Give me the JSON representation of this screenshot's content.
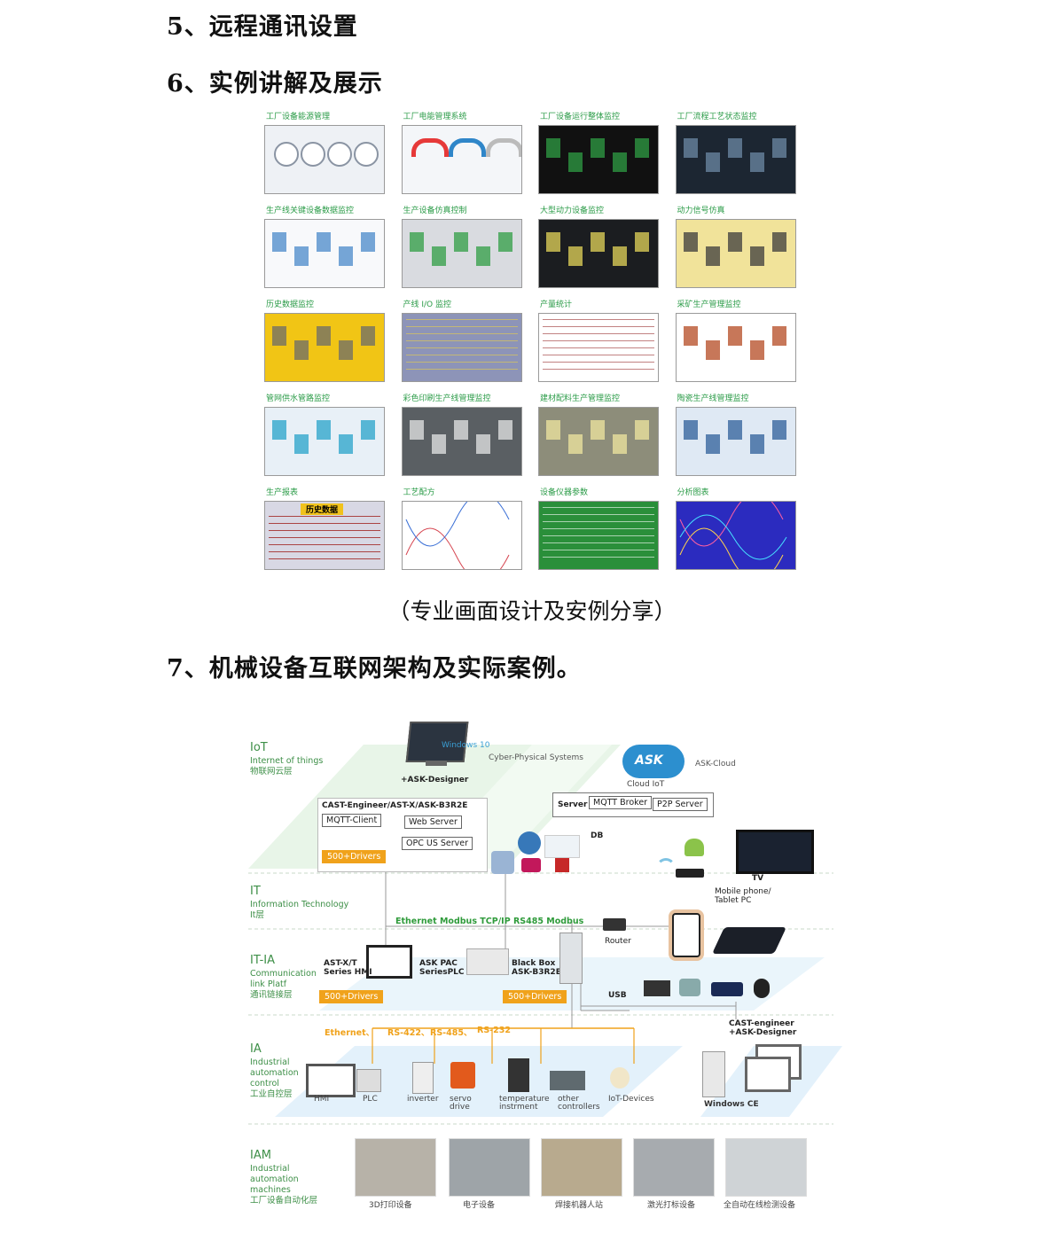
{
  "headings": {
    "h5": "5、远程通讯设置",
    "h6": "6、实例讲解及展示",
    "h7": "7、机械设备互联网架构及实际案例。"
  },
  "caption": "（专业画面设计及安例分享）",
  "thumbnails": [
    {
      "label": "工厂设备能源管理",
      "style": "gauges"
    },
    {
      "label": "工厂电能管理系统",
      "style": "meters"
    },
    {
      "label": "工厂设备运行整体监控",
      "style": "dark"
    },
    {
      "label": "工厂流程工艺状态监控",
      "style": "darkblue"
    },
    {
      "label": "生产线关键设备数据监控",
      "style": "line"
    },
    {
      "label": "生产设备仿真控制",
      "style": "sim"
    },
    {
      "label": "大型动力设备监控",
      "style": "darkyellow"
    },
    {
      "label": "动力信号仿真",
      "style": "yellowgray"
    },
    {
      "label": "历史数据监控",
      "style": "yellow"
    },
    {
      "label": "产线 I/O 监控",
      "style": "io"
    },
    {
      "label": "产量统计",
      "style": "table"
    },
    {
      "label": "采矿生产管理监控",
      "style": "mine"
    },
    {
      "label": "管网供水管路监控",
      "style": "pipe"
    },
    {
      "label": "彩色印刷生产线管理监控",
      "style": "print"
    },
    {
      "label": "建材配料生产管理监控",
      "style": "material"
    },
    {
      "label": "陶瓷生产线管理监控",
      "style": "ceramic"
    },
    {
      "label": "生产报表",
      "style": "report"
    },
    {
      "label": "工艺配方",
      "style": "recipe"
    },
    {
      "label": "设备仪器参数",
      "style": "params"
    },
    {
      "label": "分析图表",
      "style": "analysis"
    }
  ],
  "thumbnail_texts": {
    "report_title": "历史数据"
  },
  "arch": {
    "layers": [
      {
        "title": "IoT",
        "sub": [
          "Internet of things",
          "物联网云层"
        ]
      },
      {
        "title": "IT",
        "sub": [
          "Information Technology",
          "It层"
        ]
      },
      {
        "title": "IT-IA",
        "sub": [
          "Communication",
          "link Platf",
          "通讯链接层"
        ]
      },
      {
        "title": "IA",
        "sub": [
          "Industrial",
          "automation",
          "control",
          "工业自控层"
        ]
      },
      {
        "title": "IAM",
        "sub": [
          "Industrial",
          "automation",
          "machines",
          "工厂设备自动化层"
        ]
      }
    ],
    "windows10": "Windows 10",
    "cps": "Cyber-Physical Systems",
    "designer": "+ASK-Designer",
    "ask_cloud": "ASK-Cloud",
    "cloud_logo": "ASK",
    "cloud_iot": "Cloud IoT",
    "server": "Server",
    "mqtt_broker": "MQTT Broker",
    "p2p_server": "P2P Server",
    "cast_title": "CAST-Engineer/AST-X/ASK-B3R2E",
    "mqtt_client": "MQTT-Client",
    "web_server": "Web Server",
    "opc": "OPC US Server",
    "drivers": "500+Drivers",
    "db": "DB",
    "tv": "TV",
    "mobile": [
      "Mobile phone/",
      "Tablet PC"
    ],
    "router": "Router",
    "bus_label": "Ethernet Modbus TCP/IP  RS485 Modbus",
    "hmi_label": [
      "AST-X/T",
      "Series HMI"
    ],
    "pac_label": [
      "ASK PAC",
      "SeriesPLC"
    ],
    "blackbox_label": [
      "Black Box",
      "ASK-B3R2E"
    ],
    "usb": "USB",
    "cast_engineer": [
      "CAST-engineer",
      "+ASK-Designer"
    ],
    "protocols": [
      "Ethernet、",
      "RS-422、",
      "RS-485、",
      "RS-232"
    ],
    "ia_devices": [
      "HMI",
      "PLC",
      "inverter",
      "servo\ndrive",
      "temperature\ninstrment",
      "other\ncontrollers",
      "IoT-Devices"
    ],
    "windows_ce": "Windows CE",
    "iam_devices": [
      "3D打印设备",
      "电子设备",
      "焊接机器人站",
      "激光打标设备",
      "全自动在线检测设备"
    ]
  }
}
